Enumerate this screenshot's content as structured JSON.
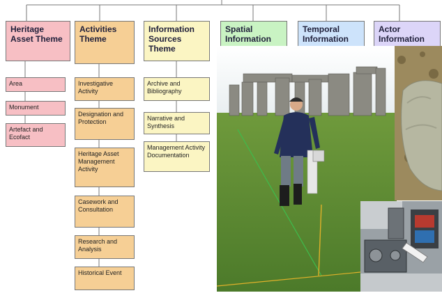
{
  "themes": [
    {
      "key": "heritage",
      "label": "Heritage Asset Theme",
      "color": "#f7bfc4"
    },
    {
      "key": "activities",
      "label": "Activities Theme",
      "color": "#f6cf95"
    },
    {
      "key": "sources",
      "label": "Information Sources Theme",
      "color": "#fbf5c3"
    },
    {
      "key": "spatial",
      "label": "Spatial Information",
      "color": "#c9f3c3"
    },
    {
      "key": "temporal",
      "label": "Temporal Information",
      "color": "#cde3fb"
    },
    {
      "key": "actor",
      "label": "Actor Information",
      "color": "#dcd5f8"
    }
  ],
  "heritage_items": [
    "Area",
    "Monument",
    "Artefact and Ecofact"
  ],
  "activities_items": [
    "Investigative Activity",
    "Designation and Protection",
    "Heritage Asset Management Activity",
    "Casework and Consultation",
    "Research and Analysis",
    "Historical Event"
  ],
  "sources_items": [
    "Archive and Bibliography",
    "Narrative and Synthesis",
    "Management Activity Documentation"
  ],
  "photos": [
    {
      "name": "stonehenge-survey-photo",
      "subject": "surveyor with instrument at stone circle"
    },
    {
      "name": "soil-texture-photo",
      "subject": "soil close-up"
    },
    {
      "name": "lab-equipment-photo",
      "subject": "laboratory equipment"
    }
  ]
}
